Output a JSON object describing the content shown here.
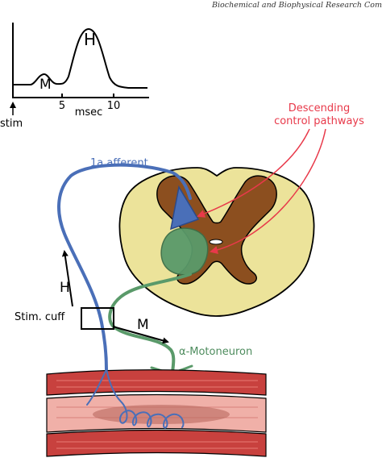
{
  "header": {
    "journal": "Biochemical and Biophysical Research Com"
  },
  "trace": {
    "peak_m": "M",
    "peak_h": "H",
    "tick_5": "5",
    "tick_10": "10",
    "axis_unit": "msec",
    "stim_marker": "stim"
  },
  "labels": {
    "descending": [
      "Descending",
      "control pathways"
    ],
    "afferent": "1a afferent",
    "h_wave": "H",
    "m_wave": "M",
    "stim_cuff": "Stim. cuff",
    "motoneuron": "α-Motoneuron"
  },
  "colors": {
    "afferent": "#4a6fb8",
    "motoneuron": "#4e8c5e",
    "descending": "#e8394a",
    "white_matter": "#ece39a",
    "gray_matter": "#8c4f1f",
    "muscle": "#c8413e",
    "muscle_light": "#f0b0a8"
  }
}
